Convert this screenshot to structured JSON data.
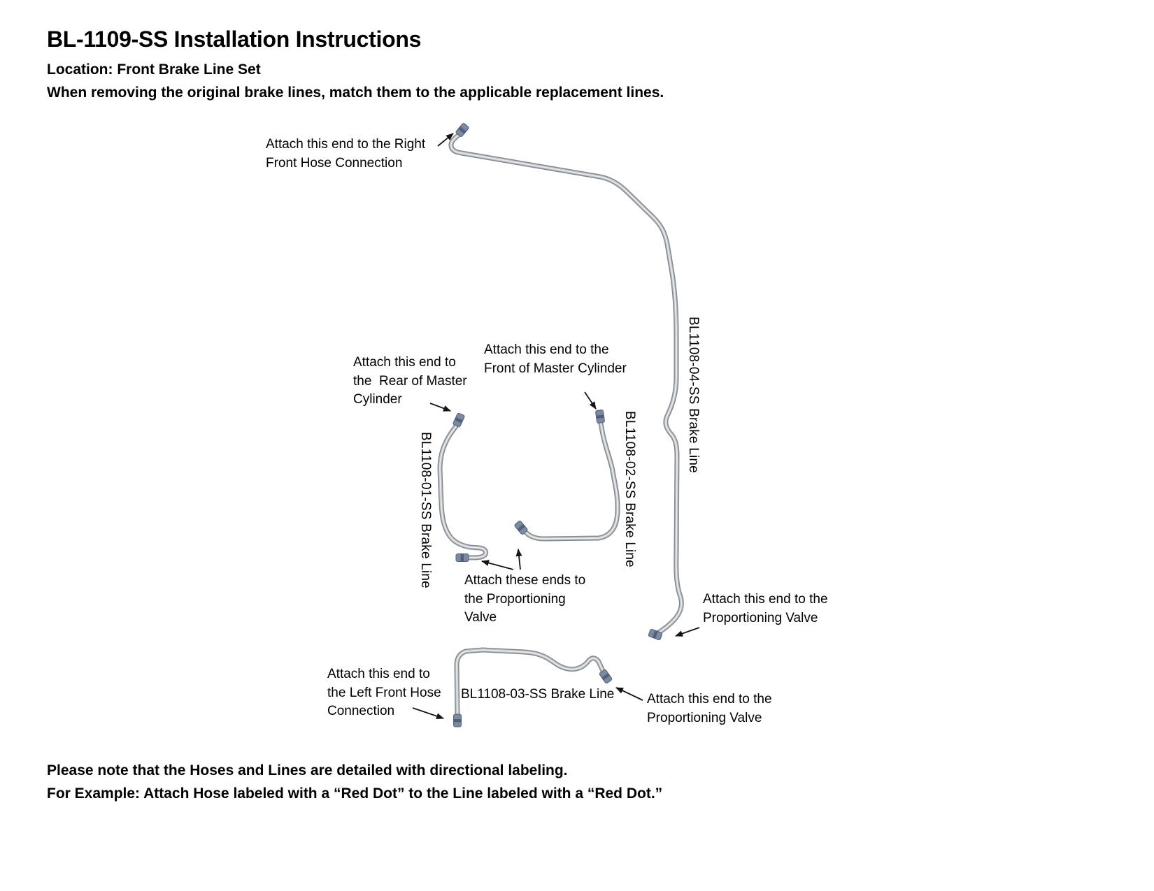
{
  "header": {
    "title": "BL-1109-SS Installation Instructions",
    "location": "Location: Front Brake Line Set",
    "instruction": "When removing the original brake lines, match them to the applicable replacement lines."
  },
  "annotations": {
    "right_front": "Attach this end to the Right\nFront Hose Connection",
    "front_master": "Attach this end to the\nFront of Master Cylinder",
    "rear_master": "Attach this end to\nthe  Rear of Master\nCylinder",
    "these_ends_prop": "Attach these ends to\nthe Proportioning\nValve",
    "prop_right": "Attach this end to the\nProportioning Valve",
    "left_front": "Attach this end to\nthe Left Front Hose\nConnection",
    "prop_bottom": "Attach this end to the\nProportioning Valve"
  },
  "line_labels": {
    "bl1108_04": "BL1108-04-SS Brake Line",
    "bl1108_01": "BL1108-01-SS Brake Line",
    "bl1108_02": "BL1108-02-SS Brake Line",
    "bl1108_03": "BL1108-03-SS Brake Line"
  },
  "footer": {
    "note1": "Please note that the Hoses and Lines are detailed with directional labeling.",
    "note2": "For Example: Attach Hose labeled with a “Red Dot” to the Line labeled with a “Red Dot.”"
  },
  "colors": {
    "text": "#000000",
    "tube_outer": "#85898d",
    "tube_mid": "#b9bdc1",
    "tube_inner": "#e9ebed",
    "fitting": "#7a8aa0",
    "fitting_dark": "#52617a",
    "arrow": "#141414"
  }
}
